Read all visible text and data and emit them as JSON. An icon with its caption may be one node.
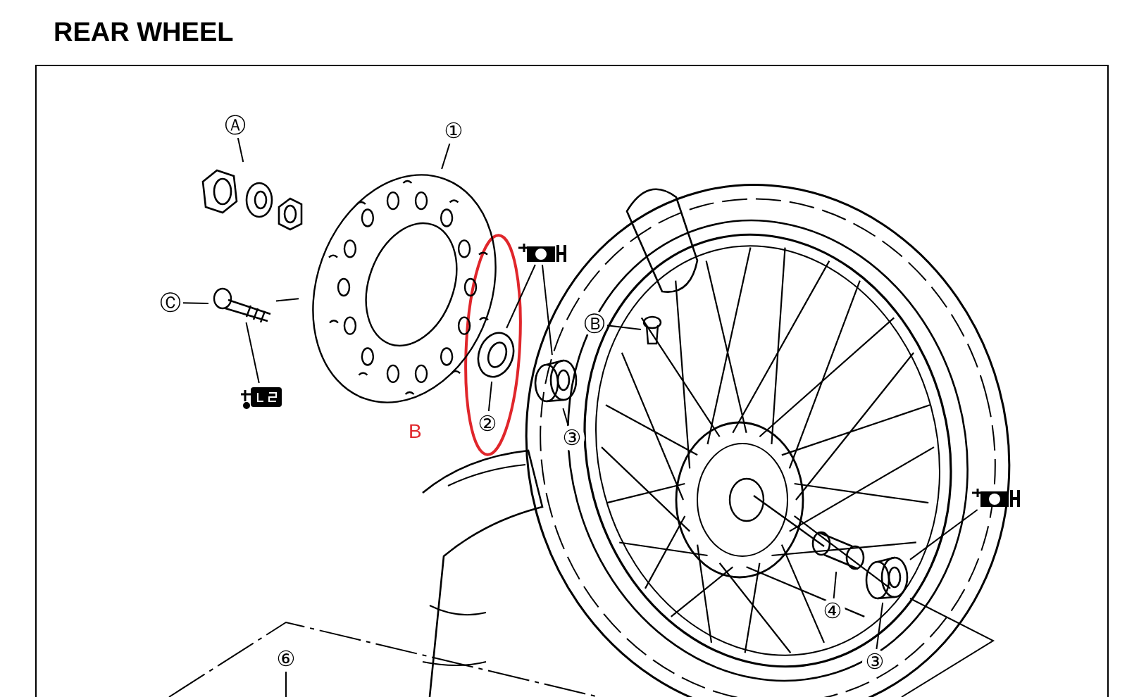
{
  "diagram": {
    "title": "REAR WHEEL",
    "nodes": [
      {
        "text": [
          "①"
        ]
      },
      {
        "text": [],
        "shape": "picture"
      },
      {
        "text": [
          "Ⓐ"
        ]
      },
      {
        "text": [],
        "shape": "picture"
      },
      {
        "text": [
          "Ⓒ"
        ]
      },
      {
        "text": [],
        "shape": "picture"
      },
      {
        "text": [],
        "shape": "picture"
      },
      {
        "text": [
          "②"
        ]
      },
      {
        "text": [],
        "shape": "picture"
      },
      {
        "text": [
          "③"
        ]
      },
      {
        "text": [],
        "shape": "picture"
      },
      {
        "text": [],
        "shape": "picture"
      },
      {
        "text": [
          "Ⓑ"
        ]
      },
      {
        "text": [],
        "shape": "picture"
      },
      {
        "text": [
          "④"
        ]
      },
      {
        "text": [],
        "shape": "picture"
      },
      {
        "text": [
          "③"
        ]
      },
      {
        "text": [],
        "shape": "picture"
      },
      {
        "text": [],
        "shape": "picture"
      },
      {
        "text": [
          "⑥"
        ]
      }
    ],
    "edges": [
      {
        "from": 0,
        "to": 1,
        "arrow": "none"
      },
      {
        "from": 2,
        "to": 3,
        "arrow": "none"
      },
      {
        "from": 4,
        "to": 5,
        "arrow": "none"
      },
      {
        "from": 5,
        "to": 6,
        "arrow": "none"
      },
      {
        "from": 5,
        "to": 1,
        "arrow": "none"
      },
      {
        "from": 7,
        "to": 8,
        "arrow": "none"
      },
      {
        "from": 9,
        "to": 10,
        "arrow": "none"
      },
      {
        "from": 11,
        "to": 8,
        "arrow": "none"
      },
      {
        "from": 11,
        "to": 10,
        "arrow": "none"
      },
      {
        "from": 12,
        "to": 13,
        "arrow": "none"
      },
      {
        "from": 14,
        "to": 15,
        "arrow": "none"
      },
      {
        "from": 16,
        "to": 17,
        "arrow": "none"
      },
      {
        "from": 18,
        "to": 17,
        "arrow": "none"
      },
      {
        "from": 19,
        "to": null,
        "arrow": "none"
      }
    ],
    "labels": [
      "B"
    ]
  }
}
